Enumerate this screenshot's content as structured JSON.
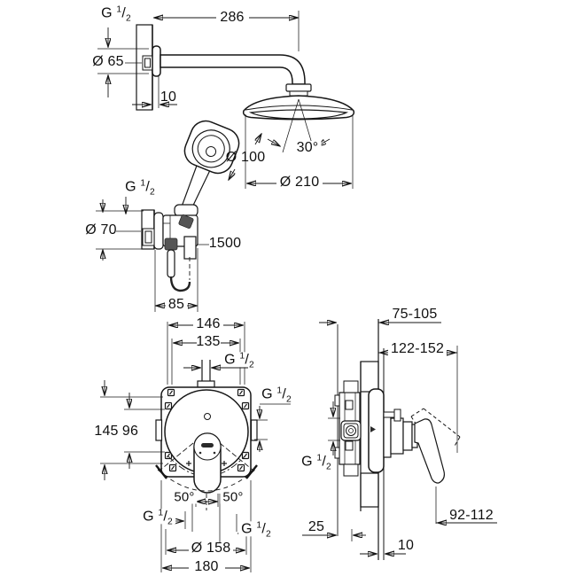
{
  "drawing": {
    "top_view": {
      "arm_thread": "G 1/2",
      "arm_projection": "286",
      "wall_flange_diameter": "Ø 65",
      "flange_depth": "10",
      "spray_angle": "30°",
      "head_diameter": "Ø 210",
      "hand_shower_diameter": "Ø 100",
      "holder_thread": "G 1/2",
      "holder_flange_diameter": "Ø 70",
      "hose_length": "1500",
      "holder_depth": "85"
    },
    "front_view": {
      "mount_width_outer": "146",
      "mount_width_inner": "135",
      "top_port_thread": "G 1/2",
      "side_port_thread": "G 1/2",
      "mount_height_outer": "145",
      "mount_height_inner": "96",
      "swing_angle_left": "50°",
      "swing_angle_right": "50°",
      "bottom_left_thread": "G 1/2",
      "bottom_right_thread": "G 1/2",
      "recess_diameter": "Ø 158",
      "plate_width": "180"
    },
    "side_view": {
      "installation_depth": "75-105",
      "finished_depth": "122-152",
      "connection_thread": "G 1/2",
      "lever_projection": "92-112",
      "body_depth": "25",
      "finish_thickness": "10"
    }
  }
}
